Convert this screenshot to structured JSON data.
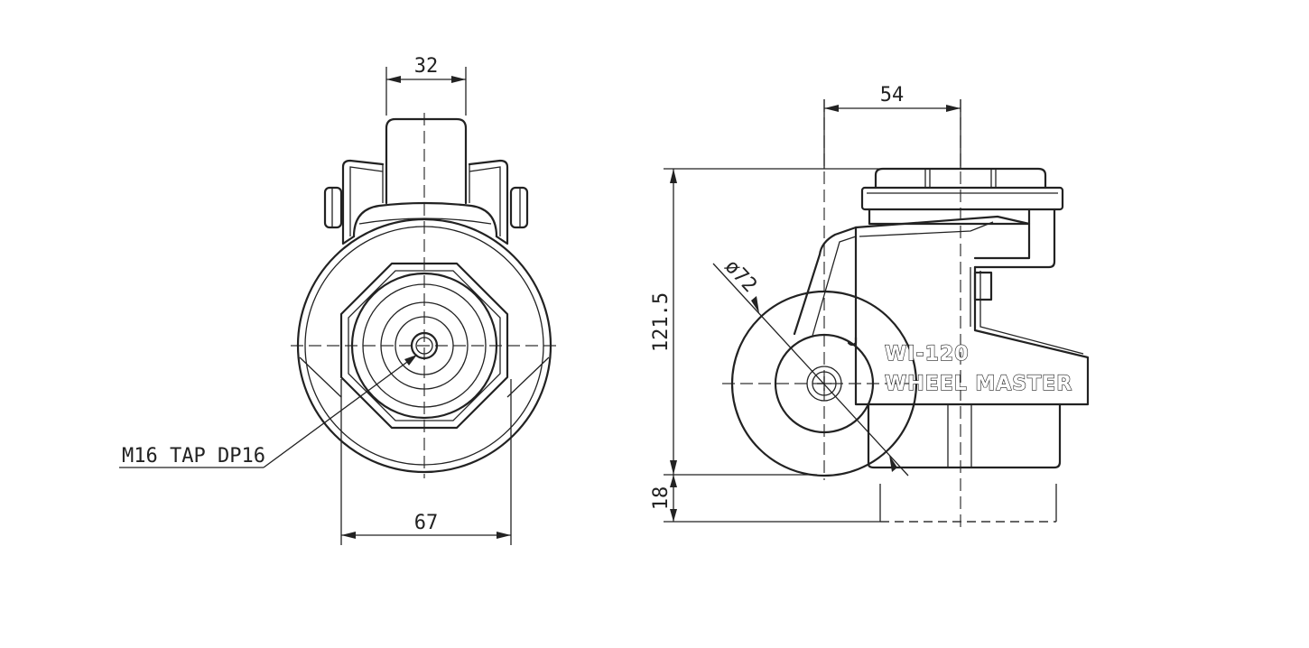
{
  "dimensions": {
    "front_top_width": "32",
    "front_bottom_width": "67",
    "side_top_width": "54",
    "side_height": "121.5",
    "side_height_bottom": "18",
    "wheel_diameter": "ø72"
  },
  "callout": {
    "tap": "M16 TAP DP16"
  },
  "product": {
    "model": "WI-120",
    "brand": "WHEEL MASTER"
  },
  "colors": {
    "line": "#222222",
    "background": "#ffffff"
  }
}
